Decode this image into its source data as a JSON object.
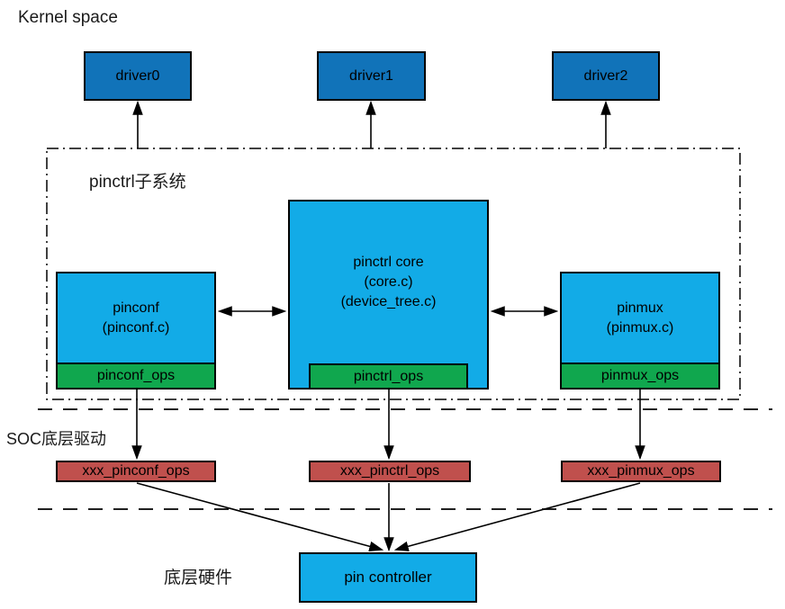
{
  "kernel_space_label": "Kernel space",
  "drivers": [
    {
      "label": "driver0"
    },
    {
      "label": "driver1"
    },
    {
      "label": "driver2"
    }
  ],
  "subsystem": {
    "title": "pinctrl子系统",
    "pinconf": {
      "line1": "pinconf",
      "line2": "(pinconf.c)",
      "ops": "pinconf_ops"
    },
    "core": {
      "line1": "pinctrl core",
      "line2": "(core.c)",
      "line3": "(device_tree.c)",
      "ops": "pinctrl_ops"
    },
    "pinmux": {
      "line1": "pinmux",
      "line2": "(pinmux.c)",
      "ops": "pinmux_ops"
    }
  },
  "soc_layer": {
    "title": "SOC底层驱动",
    "ops_boxes": [
      {
        "label": "xxx_pinconf_ops"
      },
      {
        "label": "xxx_pinctrl_ops"
      },
      {
        "label": "xxx_pinmux_ops"
      }
    ]
  },
  "hardware_layer": {
    "title": "底层硬件",
    "pin_controller_label": "pin controller"
  },
  "colors": {
    "driver_blue": "#1173b9",
    "box_cyan": "#12abe7",
    "ops_green": "#10a74e",
    "soc_red": "#c0504d",
    "line_black": "#000000"
  }
}
